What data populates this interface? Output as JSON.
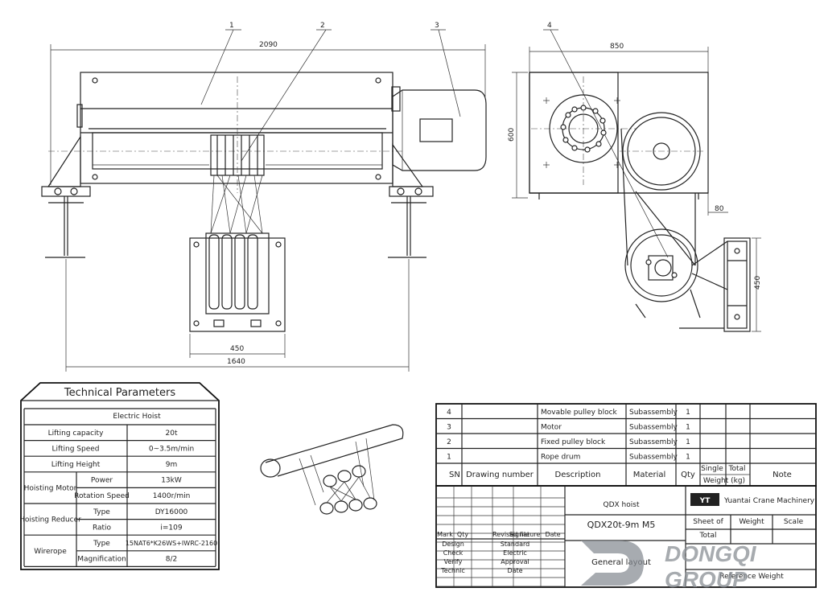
{
  "callouts": [
    "1",
    "2",
    "3",
    "4"
  ],
  "dimensions": {
    "overall_length": "2090",
    "bottom_length": "1640",
    "pulley_width": "450",
    "side_width": "850",
    "side_height": "600",
    "side_offset": "80",
    "side_lower_height": "450"
  },
  "tech_params": {
    "title": "Technical Parameters",
    "header": "Electric Hoist",
    "rows": [
      {
        "label": "Lifting capacity",
        "sub": "",
        "value": "20t"
      },
      {
        "label": "Lifting Speed",
        "sub": "",
        "value": "0~3.5m/min"
      },
      {
        "label": "Lifting Height",
        "sub": "",
        "value": "9m"
      },
      {
        "label": "Hoisting Motor",
        "sub": "Power",
        "value": "13kW"
      },
      {
        "label": "",
        "sub": "Rotation Speed",
        "value": "1400r/min"
      },
      {
        "label": "Hoisting Reducer",
        "sub": "Type",
        "value": "DY16000"
      },
      {
        "label": "",
        "sub": "Ratio",
        "value": "i=109"
      },
      {
        "label": "Wirerope",
        "sub": "Type",
        "value": "15NAT6*K26WS+IWRC-2160"
      },
      {
        "label": "",
        "sub": "Magnification",
        "value": "8/2"
      }
    ]
  },
  "bom": {
    "headers": {
      "sn": "SN",
      "drawing": "Drawing number",
      "desc": "Description",
      "material": "Material",
      "qty": "Qty",
      "single": "Single",
      "total": "Total",
      "weight": "Weight (kg)",
      "note": "Note"
    },
    "rows": [
      {
        "sn": "4",
        "desc": "Movable pulley block",
        "material": "Subassembly",
        "qty": "1"
      },
      {
        "sn": "3",
        "desc": "Motor",
        "material": "Subassembly",
        "qty": "1"
      },
      {
        "sn": "2",
        "desc": "Fixed pulley block",
        "material": "Subassembly",
        "qty": "1"
      },
      {
        "sn": "1",
        "desc": "Rope drum",
        "material": "Subassembly",
        "qty": "1"
      }
    ]
  },
  "title_block": {
    "product": "QDX hoist",
    "model": "QDX20t-9m M5",
    "drawing_title": "General layout",
    "company": "Yuantai Crane Machinery",
    "sheet_of": "Sheet of",
    "weight": "Weight",
    "scale": "Scale",
    "total": "Total",
    "revision_headers": [
      "Mark",
      "Qty",
      "Revised file",
      "Signature",
      "Date"
    ],
    "sign_left": [
      "Design",
      "Check",
      "Verify",
      "Technic"
    ],
    "sign_right": [
      "Standard",
      "Electric",
      "Approval",
      "Date"
    ],
    "footer": "Reference Weight"
  },
  "watermark": {
    "line1": "DONGQI",
    "line2": "GROUP"
  }
}
